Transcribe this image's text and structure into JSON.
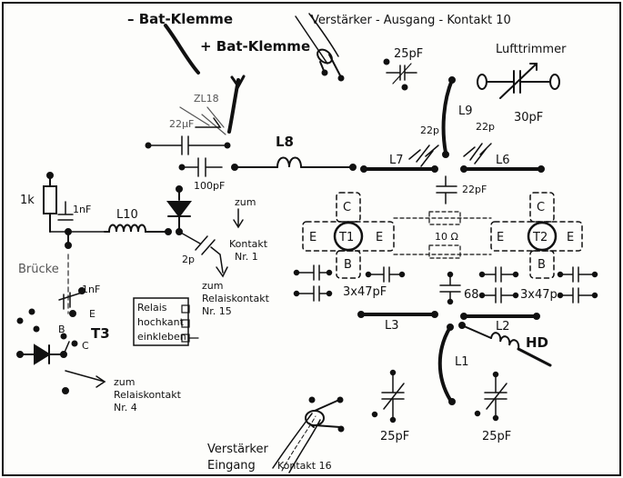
{
  "labels": {
    "minus_bat": "– Bat-Klemme",
    "plus_bat": "+ Bat-Klemme",
    "verstaerker_ausgang": "Verstärker - Ausgang - Kontakt 10",
    "cap_25pf_top": "25pF",
    "lufttrimmer": "Lufttrimmer",
    "lufttrimmer_value": "30pF",
    "zl18": "ZL18",
    "c22uf": "22µF",
    "c100pf": "100pF",
    "l8": "L8",
    "l9": "L9",
    "c22p_left": "22p",
    "c22p_right": "22p",
    "l7": "L7",
    "l6": "L6",
    "c22pf_mid": "22pF",
    "r1k": "1k",
    "c1nf_top": "1nF",
    "l10": "L10",
    "zum_kontakt_1": "zum",
    "zum_kontakt_2": "Kontakt",
    "zum_kontakt_3": "Nr. 1",
    "c2p": "2p",
    "bruecke": "Brücke",
    "c1nf_mid": "1nF",
    "t3": "T3",
    "t3_e": "E",
    "t3_b": "B",
    "t3_c": "C",
    "zum_relais15_1": "zum",
    "zum_relais15_2": "Relaiskontakt",
    "zum_relais15_3": "Nr. 15",
    "relais_1": "Relais",
    "relais_2": "hochkant",
    "relais_3": "einkleben",
    "zum_relais4_1": "zum",
    "zum_relais4_2": "Relaiskontakt",
    "zum_relais4_3": "Nr. 4",
    "t1": "T1",
    "t2": "T2",
    "t1_c": "C",
    "t1_e_left": "E",
    "t1_e_right": "E",
    "t1_b": "B",
    "t2_c": "C",
    "t2_e_left": "E",
    "t2_e_right": "E",
    "t2_b": "B",
    "r10": "10 Ω",
    "c3x47_left": "3x47pF",
    "c68": "68",
    "c3x47_right": "3x47p",
    "l3": "L3",
    "l2": "L2",
    "hd": "HD",
    "l1": "L1",
    "c25pf_bl": "25pF",
    "c25pf_br": "25pF",
    "verstaerker_eingang_1": "Verstärker",
    "verstaerker_eingang_2": "Eingang",
    "kontakt16": "Kontakt 16"
  },
  "colors": {
    "ink": "#111111",
    "pencil": "#555555",
    "paper": "#fdfdfb"
  }
}
